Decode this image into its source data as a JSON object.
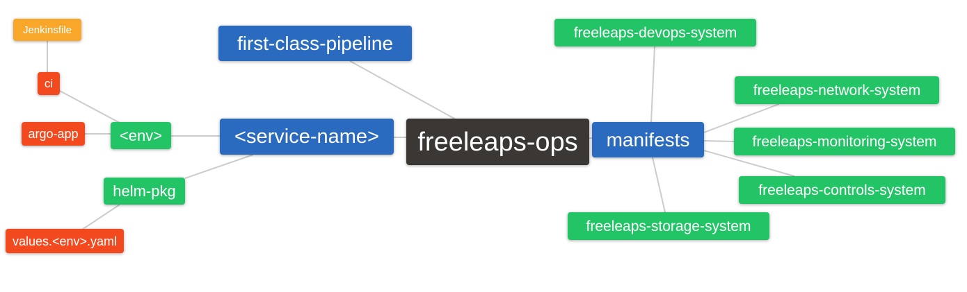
{
  "diagram": {
    "title": "freeleaps-ops mind map",
    "type": "mindmap",
    "root": "freeleaps-ops"
  },
  "palette": {
    "blue": "#2a6bc0",
    "green": "#23c466",
    "red": "#f2491f",
    "orange": "#f9a72b",
    "dark": "#3b3734",
    "edge": "#cccccc",
    "text": "#ffffff",
    "background": "#ffffff"
  },
  "nodes": [
    {
      "id": "jenkinsfile",
      "label": "Jenkinsfile",
      "color": "orange"
    },
    {
      "id": "ci",
      "label": "ci",
      "color": "red"
    },
    {
      "id": "argo-app",
      "label": "argo-app",
      "color": "red"
    },
    {
      "id": "env",
      "label": "<env>",
      "color": "green"
    },
    {
      "id": "first-class-pipeline",
      "label": "first-class-pipeline",
      "color": "blue"
    },
    {
      "id": "service-name",
      "label": "<service-name>",
      "color": "blue"
    },
    {
      "id": "freeleaps-ops",
      "label": "freeleaps-ops",
      "color": "dark"
    },
    {
      "id": "manifests",
      "label": "manifests",
      "color": "blue"
    },
    {
      "id": "helm-pkg",
      "label": "helm-pkg",
      "color": "green"
    },
    {
      "id": "values-env-yaml",
      "label": "values.<env>.yaml",
      "color": "red"
    },
    {
      "id": "freeleaps-devops-system",
      "label": "freeleaps-devops-system",
      "color": "green"
    },
    {
      "id": "freeleaps-network-system",
      "label": "freeleaps-network-system",
      "color": "green"
    },
    {
      "id": "freeleaps-monitoring-system",
      "label": "freeleaps-monitoring-system",
      "color": "green"
    },
    {
      "id": "freeleaps-controls-system",
      "label": "freeleaps-controls-system",
      "color": "green"
    },
    {
      "id": "freeleaps-storage-system",
      "label": "freeleaps-storage-system",
      "color": "green"
    }
  ],
  "edges": [
    {
      "from": "jenkinsfile",
      "to": "ci"
    },
    {
      "from": "ci",
      "to": "env"
    },
    {
      "from": "argo-app",
      "to": "env"
    },
    {
      "from": "env",
      "to": "service-name"
    },
    {
      "from": "helm-pkg",
      "to": "service-name"
    },
    {
      "from": "values-env-yaml",
      "to": "helm-pkg"
    },
    {
      "from": "service-name",
      "to": "freeleaps-ops"
    },
    {
      "from": "first-class-pipeline",
      "to": "freeleaps-ops"
    },
    {
      "from": "freeleaps-ops",
      "to": "manifests"
    },
    {
      "from": "freeleaps-devops-system",
      "to": "manifests"
    },
    {
      "from": "manifests",
      "to": "freeleaps-network-system"
    },
    {
      "from": "manifests",
      "to": "freeleaps-monitoring-system"
    },
    {
      "from": "manifests",
      "to": "freeleaps-controls-system"
    },
    {
      "from": "manifests",
      "to": "freeleaps-storage-system"
    }
  ]
}
